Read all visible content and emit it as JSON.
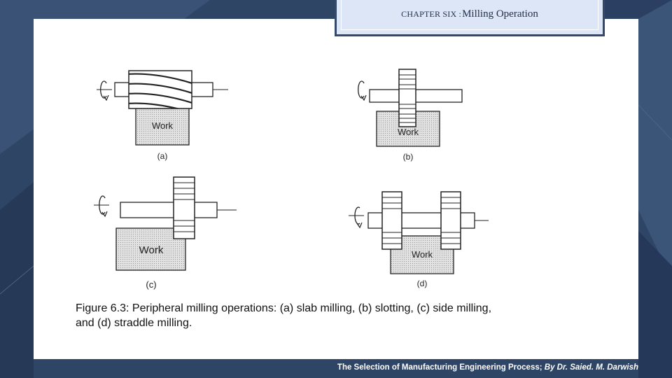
{
  "header": {
    "chapter_prefix": "CHAPTER SIX :",
    "chapter_title": "Milling  Operation"
  },
  "figure": {
    "panels": [
      {
        "work_label": "Work",
        "panel_label": "(a)"
      },
      {
        "work_label": "Work",
        "panel_label": "(b)"
      },
      {
        "work_label": "Work",
        "panel_label": "(c)"
      },
      {
        "work_label": "Work",
        "panel_label": "(d)"
      }
    ],
    "caption_line1": "Figure 6.3: Peripheral milling operations: (a) slab milling, (b) slotting, (c) side milling,",
    "caption_line2": "and (d) straddle milling."
  },
  "footer": {
    "text": "The Selection of Manufacturing Engineering Process; ",
    "author": "By Dr. Saied. M. Darwish"
  },
  "colors": {
    "background": "#2f4566",
    "banner": "#dce6f7",
    "work_fill": "#d6d6d6"
  }
}
